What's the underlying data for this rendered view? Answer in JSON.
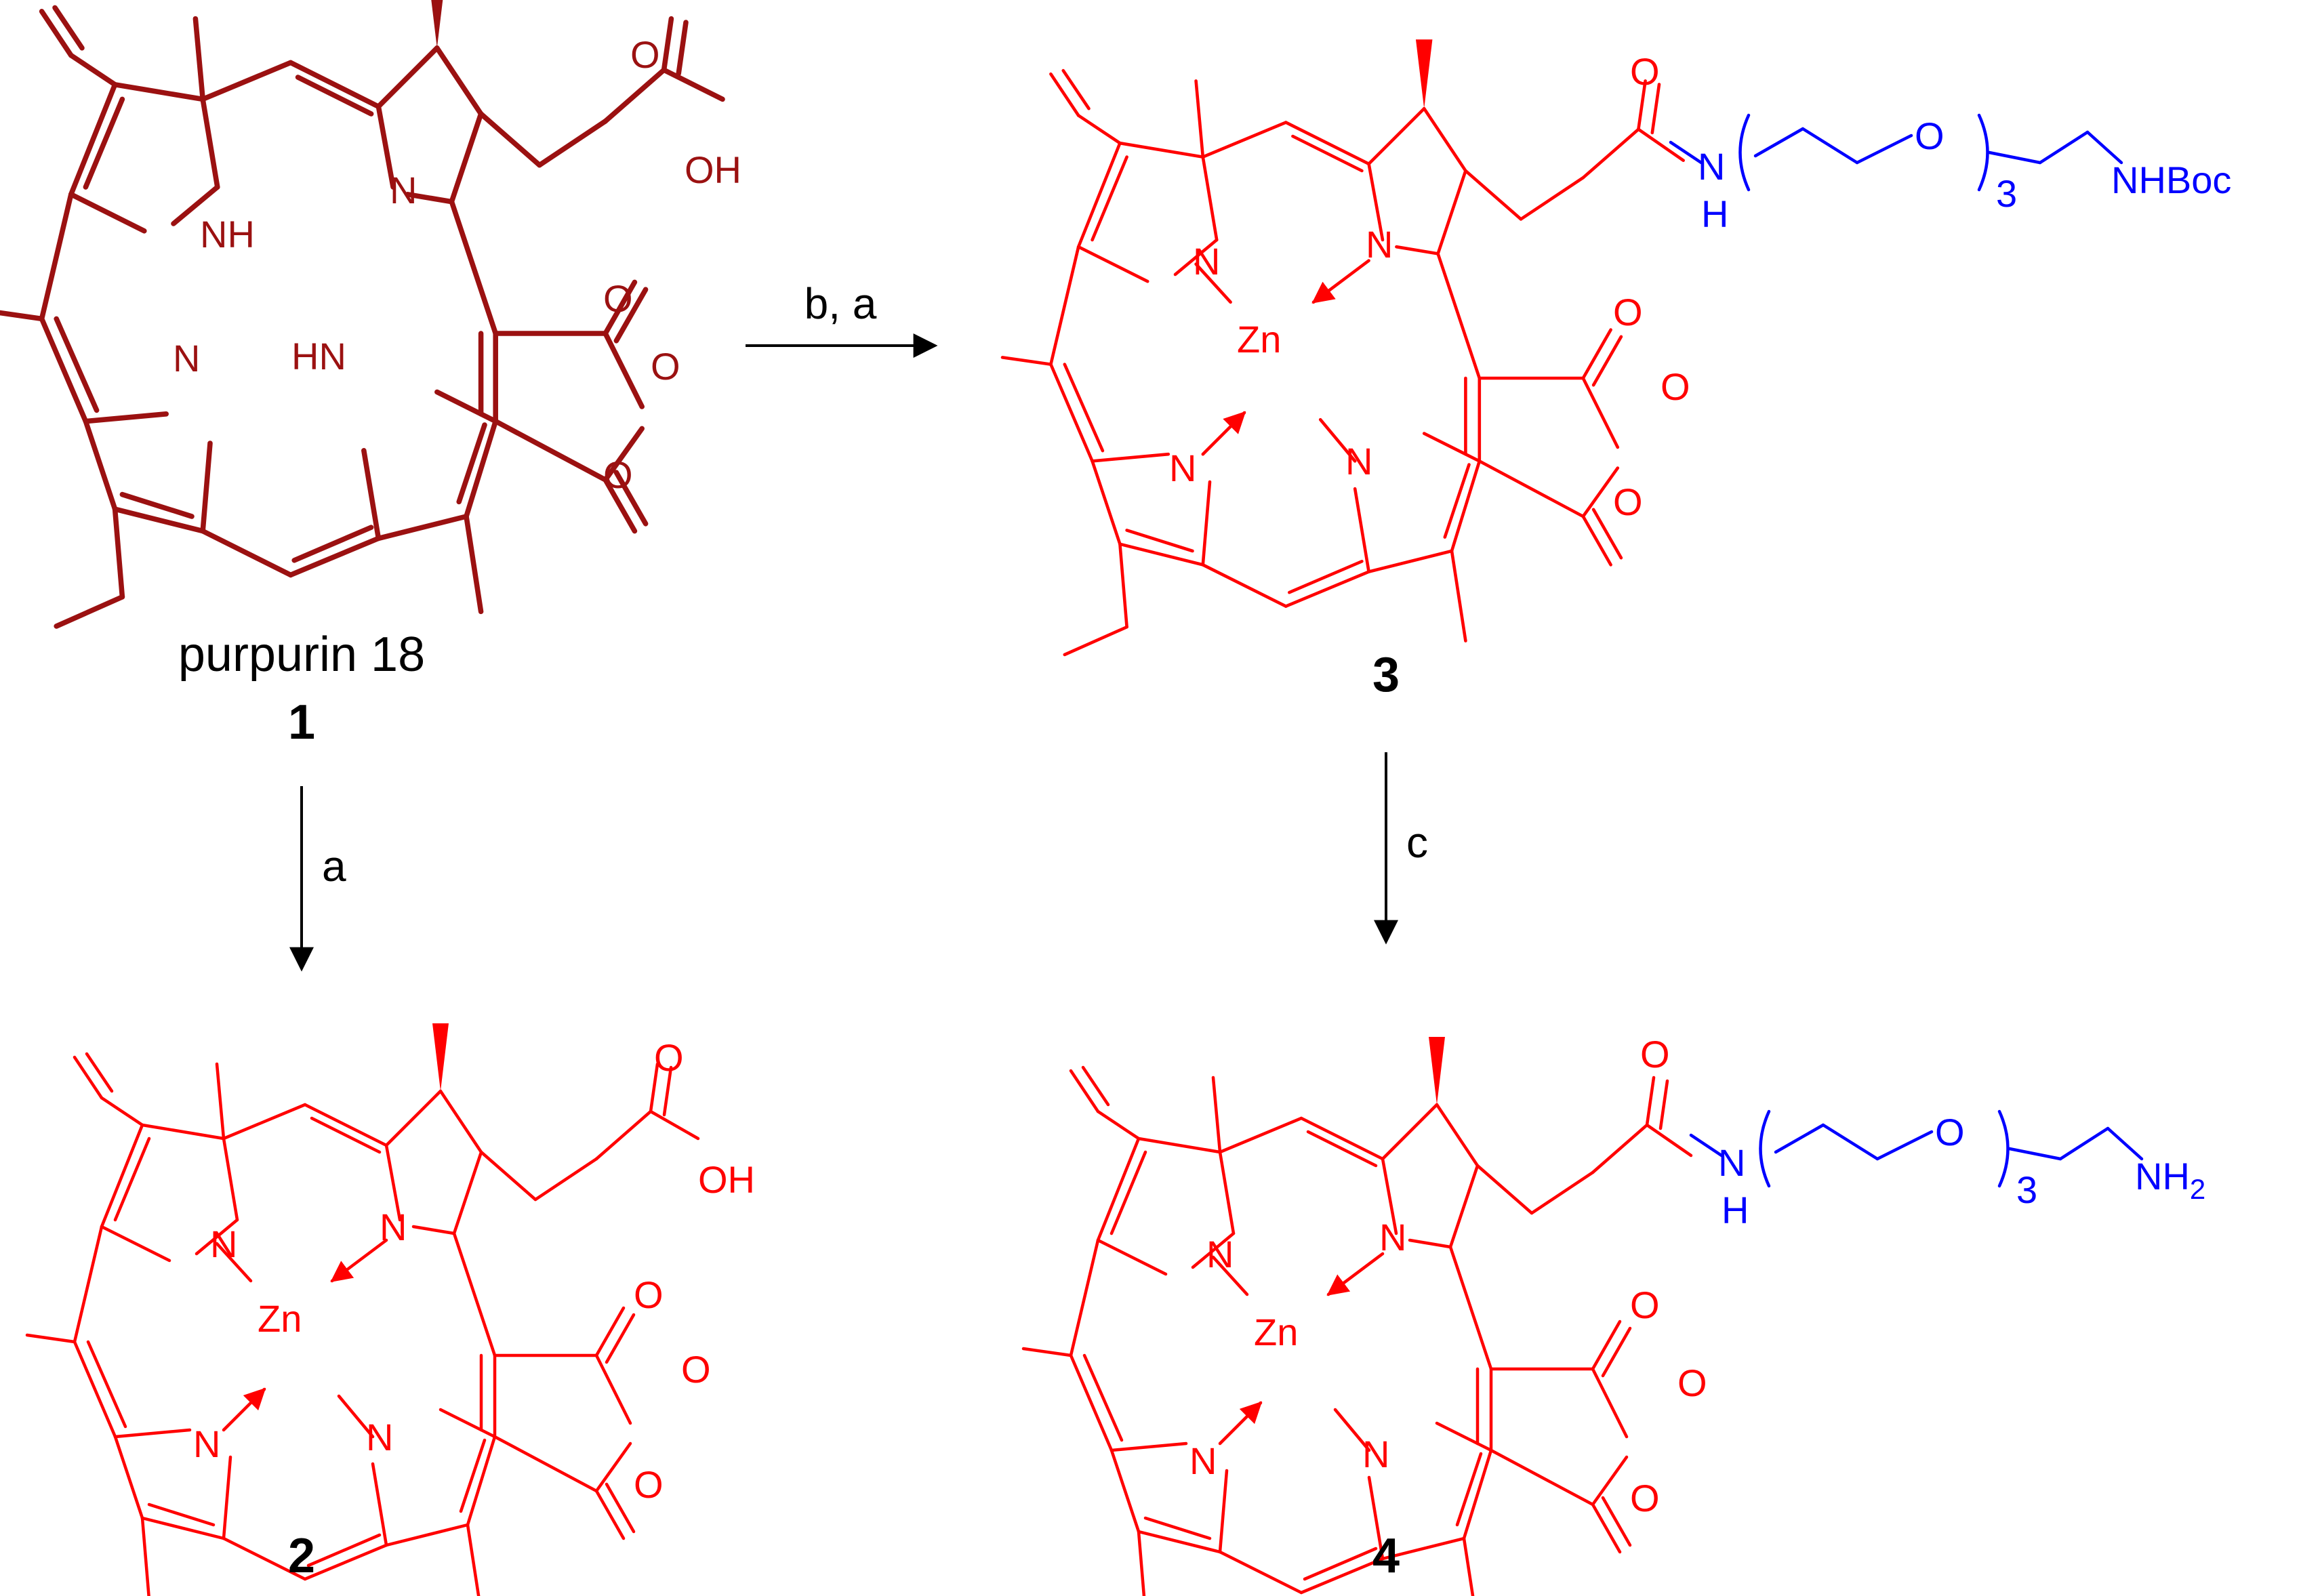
{
  "colors": {
    "purpurin": "#9B1111",
    "zinc_complex": "#FF0000",
    "linker": "#0000FF",
    "arrow": "#000000"
  },
  "compounds": {
    "c1": {
      "name": "purpurin 18",
      "number": "1"
    },
    "c2": {
      "number": "2"
    },
    "c3": {
      "number": "3"
    },
    "c4": {
      "number": "4"
    }
  },
  "atoms": {
    "NH": "NH",
    "HN": "HN",
    "N": "N",
    "Zn": "Zn",
    "O": "O",
    "OH": "OH",
    "H": "H",
    "NHBoc": "NHBoc",
    "NH2_main": "NH",
    "NH2_sub": "2",
    "repeat": "3"
  },
  "reactions": {
    "r_1_to_3": "b, a",
    "r_1_to_2": "a",
    "r_3_to_4": "c"
  }
}
